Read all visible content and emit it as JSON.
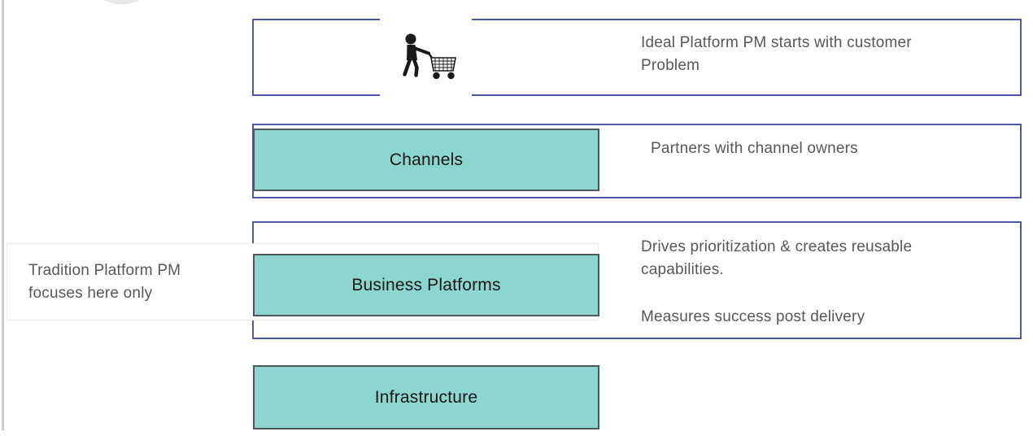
{
  "colors": {
    "outer_box_border": "#5157a8",
    "teal_fill": "#8dd6cf",
    "teal_border": "#4e5857",
    "note_text": "#575757",
    "label_text": "#161616",
    "callout_border": "#ececec",
    "slide_edge": "#cdcdcd"
  },
  "icons": {
    "customer": "person-with-shopping-cart-icon"
  },
  "diagram": {
    "top_row": {
      "note": "Ideal Platform PM starts with customer Problem"
    },
    "channels": {
      "label": "Channels",
      "note": "Partners with channel owners"
    },
    "business": {
      "label": "Business Platforms",
      "note1": "Drives prioritization & creates reusable capabilities.",
      "note2": "Measures success post delivery"
    },
    "infrastructure": {
      "label": "Infrastructure"
    },
    "callout": "Tradition Platform PM focuses here only"
  }
}
